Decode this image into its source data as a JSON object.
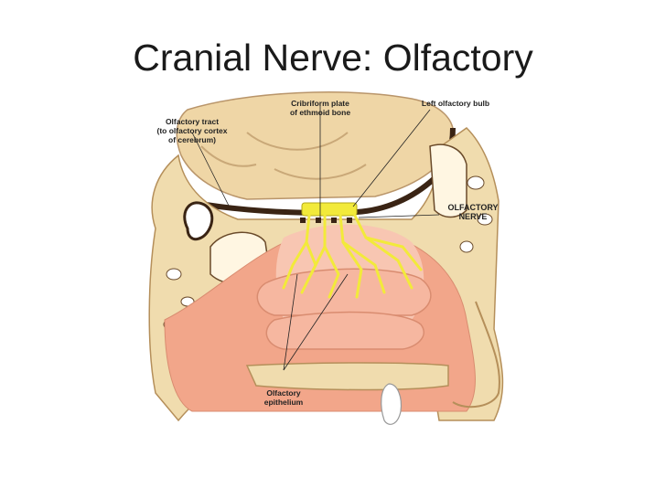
{
  "slide": {
    "title": "Cranial Nerve: Olfactory"
  },
  "diagram": {
    "labels": {
      "olfactory_tract": "Olfactory tract\n(to olfactory cortex\nof cerebrum)",
      "cribriform_plate": "Cribriform plate\nof ethmoid bone",
      "olfactory_bulb": "Left olfactory bulb",
      "olfactory_nerve": "OLFACTORY\nNERVE",
      "olfactory_epithelium": "Olfactory\nepithelium"
    },
    "colors": {
      "bone": "#f0dcae",
      "bone_dark": "#d8bf86",
      "brain": "#efd6a6",
      "mucosa": "#f2a68a",
      "mucosa_light": "#f8c6b2",
      "nerve": "#f2ea3a",
      "dura_line": "#3a2414"
    }
  }
}
